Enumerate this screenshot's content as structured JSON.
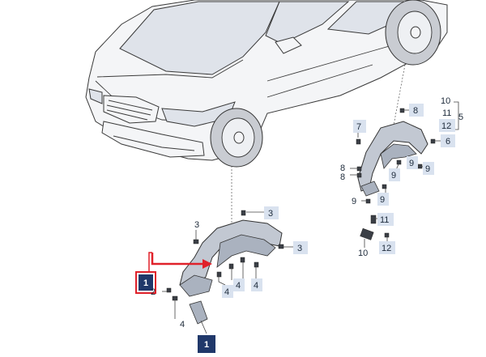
{
  "callouts": {
    "front_1_highlight": "1",
    "front_1_bottom": "1",
    "front_2": "2",
    "front_3_top": "3",
    "front_3_upper": "3",
    "front_3_right": "3",
    "front_4_a": "4",
    "front_4_b": "4",
    "front_4_c": "4",
    "front_4_d": "4",
    "rear_10_top": "10",
    "rear_11_top": "11",
    "rear_12_top": "12",
    "rear_5": "5",
    "rear_6": "6",
    "rear_7": "7",
    "rear_8_top": "8",
    "rear_8_a": "8",
    "rear_8_b": "8",
    "rear_9_a": "9",
    "rear_9_b": "9",
    "rear_9_c": "9",
    "rear_9_d": "9",
    "rear_9_e": "9",
    "rear_11_bottom": "11",
    "rear_10_bottom": "10",
    "rear_12_bottom": "12"
  },
  "colors": {
    "highlight": "#e0212a",
    "label_fill": "#d9e2ef",
    "highlight_label_fill": "#20386a"
  }
}
